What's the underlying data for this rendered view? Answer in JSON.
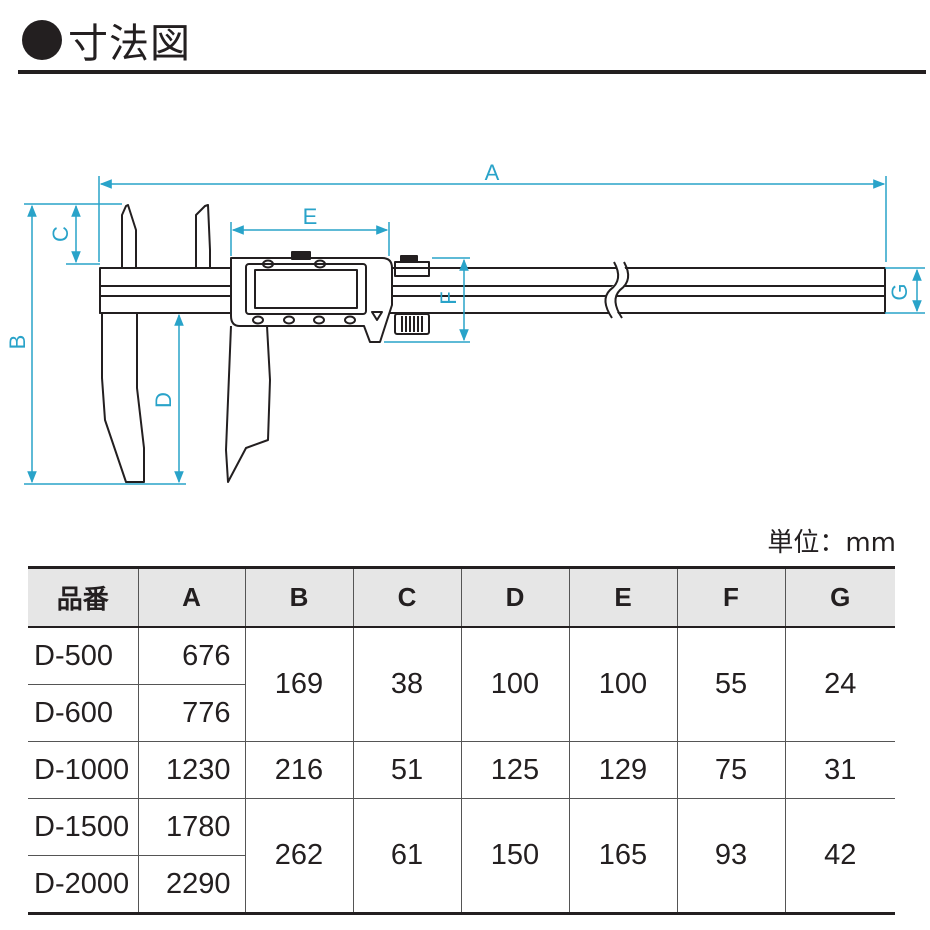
{
  "header": {
    "title": "寸法図"
  },
  "diagram": {
    "labels": {
      "A": "A",
      "B": "B",
      "C": "C",
      "D": "D",
      "E": "E",
      "F": "F",
      "G": "G"
    },
    "colors": {
      "dimension": "#29a3c9",
      "outline": "#231f20"
    }
  },
  "unit": "単位：mm",
  "table": {
    "headers": [
      "品番",
      "A",
      "B",
      "C",
      "D",
      "E",
      "F",
      "G"
    ],
    "rows": [
      {
        "model": "D-500",
        "A": "676",
        "B": "169",
        "C": "38",
        "D": "100",
        "E": "100",
        "F": "55",
        "G": "24"
      },
      {
        "model": "D-600",
        "A": "776"
      },
      {
        "model": "D-1000",
        "A": "1230",
        "B": "216",
        "C": "51",
        "D": "125",
        "E": "129",
        "F": "75",
        "G": "31"
      },
      {
        "model": "D-1500",
        "A": "1780",
        "B": "262",
        "C": "61",
        "D": "150",
        "E": "165",
        "F": "93",
        "G": "42"
      },
      {
        "model": "D-2000",
        "A": "2290"
      }
    ]
  }
}
